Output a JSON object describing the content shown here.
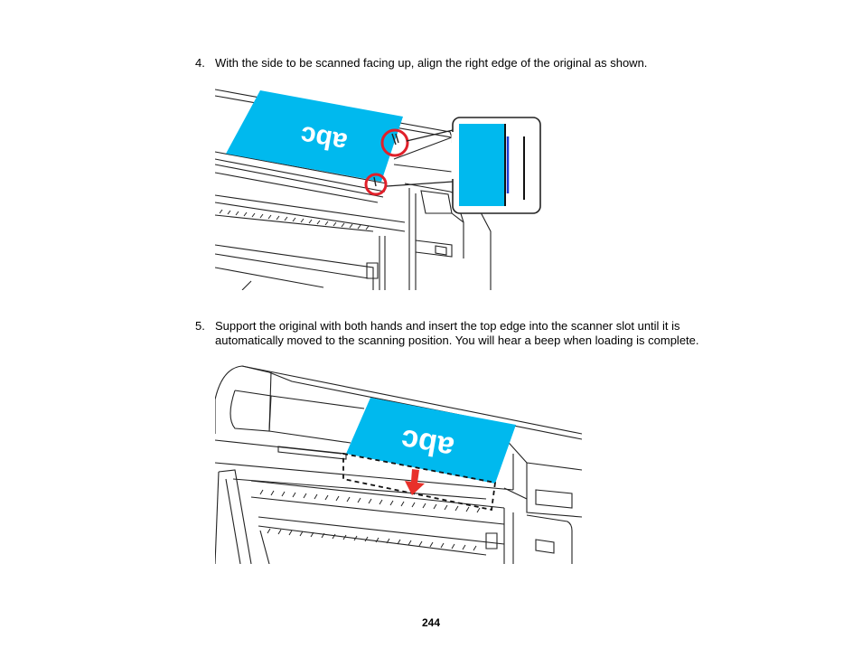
{
  "steps": [
    {
      "number": "4.",
      "text": "With the side to be scanned facing up, align the right edge of the original as shown."
    },
    {
      "number": "5.",
      "text": "Support the original with both hands and insert the top edge into the scanner slot until it is automatically moved to the scanning position. You will hear a beep when loading is complete."
    }
  ],
  "figures": [
    {
      "paper_text": "abc",
      "paper_color": "#00b9ee",
      "highlight_color": "#e0202a"
    },
    {
      "paper_text": "abc",
      "paper_color": "#00b9ee",
      "arrow_color": "#e8302a"
    }
  ],
  "page_number": "244"
}
